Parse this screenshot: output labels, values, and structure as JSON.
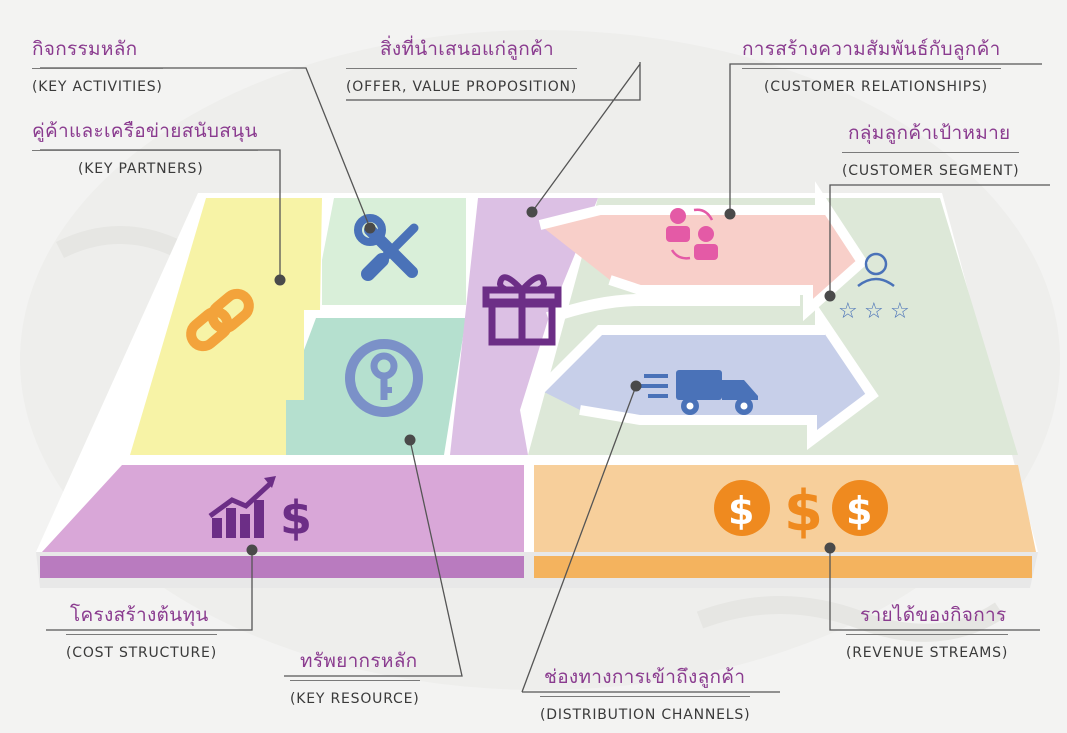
{
  "labels": {
    "key_activities": {
      "thai": "กิจกรรมหลัก",
      "eng": "(KEY ACTIVITIES)"
    },
    "offer": {
      "thai": "สิ่งที่นำเสนอแก่ลูกค้า",
      "eng": "(OFFER, VALUE PROPOSITION)"
    },
    "customer_relationships": {
      "thai": "การสร้างความสัมพันธ์กับลูกค้า",
      "eng": "(CUSTOMER RELATIONSHIPS)"
    },
    "key_partners": {
      "thai": "คู่ค้าและเครือข่ายสนับสนุน",
      "eng": "(KEY PARTNERS)"
    },
    "customer_segment": {
      "thai": "กลุ่มลูกค้าเป้าหมาย",
      "eng": "(CUSTOMER SEGMENT)"
    },
    "cost_structure": {
      "thai": "โครงสร้างต้นทุน",
      "eng": "(COST STRUCTURE)"
    },
    "revenue_streams": {
      "thai": "รายได้ของกิจการ",
      "eng": "(REVENUE STREAMS)"
    },
    "key_resource": {
      "thai": "ทรัพยากรหลัก",
      "eng": "(KEY RESOURCE)"
    },
    "distribution_channels": {
      "thai": "ช่องทางการเข้าถึงลูกค้า",
      "eng": "(DISTRIBUTION CHANNELS)"
    }
  },
  "icons": {
    "revenue_symbol": "$",
    "cost_symbol": "$"
  },
  "colors": {
    "partners": "#f7f3a6",
    "activities": "#d9efd9",
    "resources": "#b5e0cf",
    "offer": "#dcc0e4",
    "relationships": "#f8cfc9",
    "segment": "#dde8d8",
    "channels": "#c7cfe9",
    "cost": "#d9a7d8",
    "revenue": "#f7cf9b",
    "thai_text": "#8a3b8f",
    "orange_icon": "#f3a33b",
    "purple_icon": "#6c2e86",
    "blue_icon": "#4a72b8",
    "pink_icon": "#e45aa6",
    "key_icon": "#7b91c8",
    "revenue_icon": "#ef8a1f"
  }
}
